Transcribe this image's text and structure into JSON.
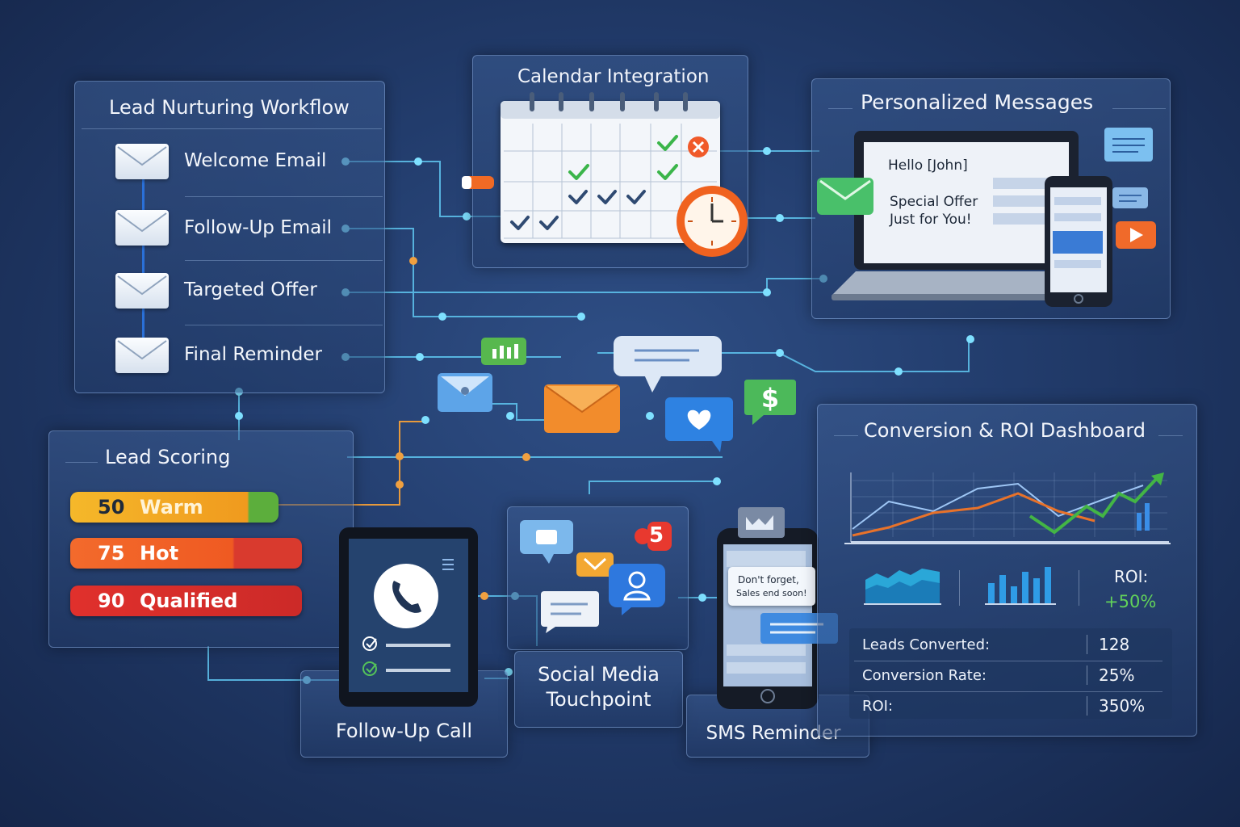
{
  "workflow": {
    "title": "Lead Nurturing Workflow",
    "steps": [
      {
        "label": "Welcome Email"
      },
      {
        "label": "Follow-Up Email"
      },
      {
        "label": "Targeted Offer"
      },
      {
        "label": "Final Reminder"
      }
    ]
  },
  "calendar": {
    "title": "Calendar Integration"
  },
  "personalized": {
    "title": "Personalized Messages",
    "greeting": "Hello [John]",
    "offer_line1": "Special Offer",
    "offer_line2": "Just for You!"
  },
  "scoring": {
    "title": "Lead Scoring",
    "levels": [
      {
        "score": "50",
        "label": "Warm",
        "color": "#f3a623"
      },
      {
        "score": "75",
        "label": "Hot",
        "color": "#f0622a"
      },
      {
        "score": "90",
        "label": "Qualified",
        "color": "#d9322d"
      }
    ]
  },
  "call": {
    "title": "Follow-Up Call"
  },
  "social": {
    "title_line1": "Social Media",
    "title_line2": "Touchpoint",
    "badge": "5"
  },
  "sms": {
    "title": "SMS Reminder",
    "bubble_line1": "Don't forget,",
    "bubble_line2": "Sales end soon!"
  },
  "dashboard": {
    "title": "Conversion & ROI Dashboard",
    "roi_label": "ROI:",
    "roi_value": "+50%",
    "metrics": [
      {
        "key": "Leads Converted:",
        "value": "128"
      },
      {
        "key": "Conversion Rate:",
        "value": "25%"
      },
      {
        "key": "ROI:",
        "value": "350%"
      }
    ]
  },
  "colors": {
    "accent": "#7ee0ff",
    "panel_border": "#96b9eb",
    "warm": "#f3a623",
    "hot": "#f0622a",
    "qualified": "#d9322d"
  }
}
